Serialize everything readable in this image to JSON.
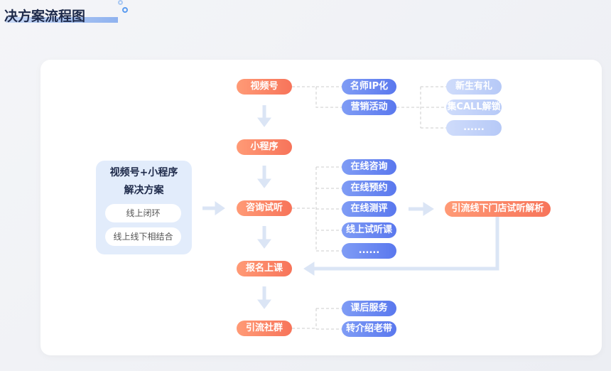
{
  "title": "决方案流程图",
  "solution": {
    "title_line1": "视频号+小程序",
    "title_line2": "解决方案",
    "items": [
      "线上闭环",
      "线上线下相结合"
    ]
  },
  "steps": [
    "视频号",
    "小程序",
    "咨询试听",
    "报名上课",
    "引流社群"
  ],
  "video_branches": [
    "名师IP化",
    "营销活动"
  ],
  "marketing_branches": [
    "新生有礼",
    "集CALL解锁",
    "......"
  ],
  "consult_branches": [
    "在线咨询",
    "在线预约",
    "在线测评",
    "线上试听课",
    "......"
  ],
  "offline": "引流线下门店试听解析",
  "community_branches": [
    "课后服务",
    "转介绍老带新"
  ],
  "colors": {
    "orange": "#f7745a",
    "blue": "#5a78ee",
    "light_blue": "#b6c9f7",
    "arrow": "#dbe5f5"
  }
}
